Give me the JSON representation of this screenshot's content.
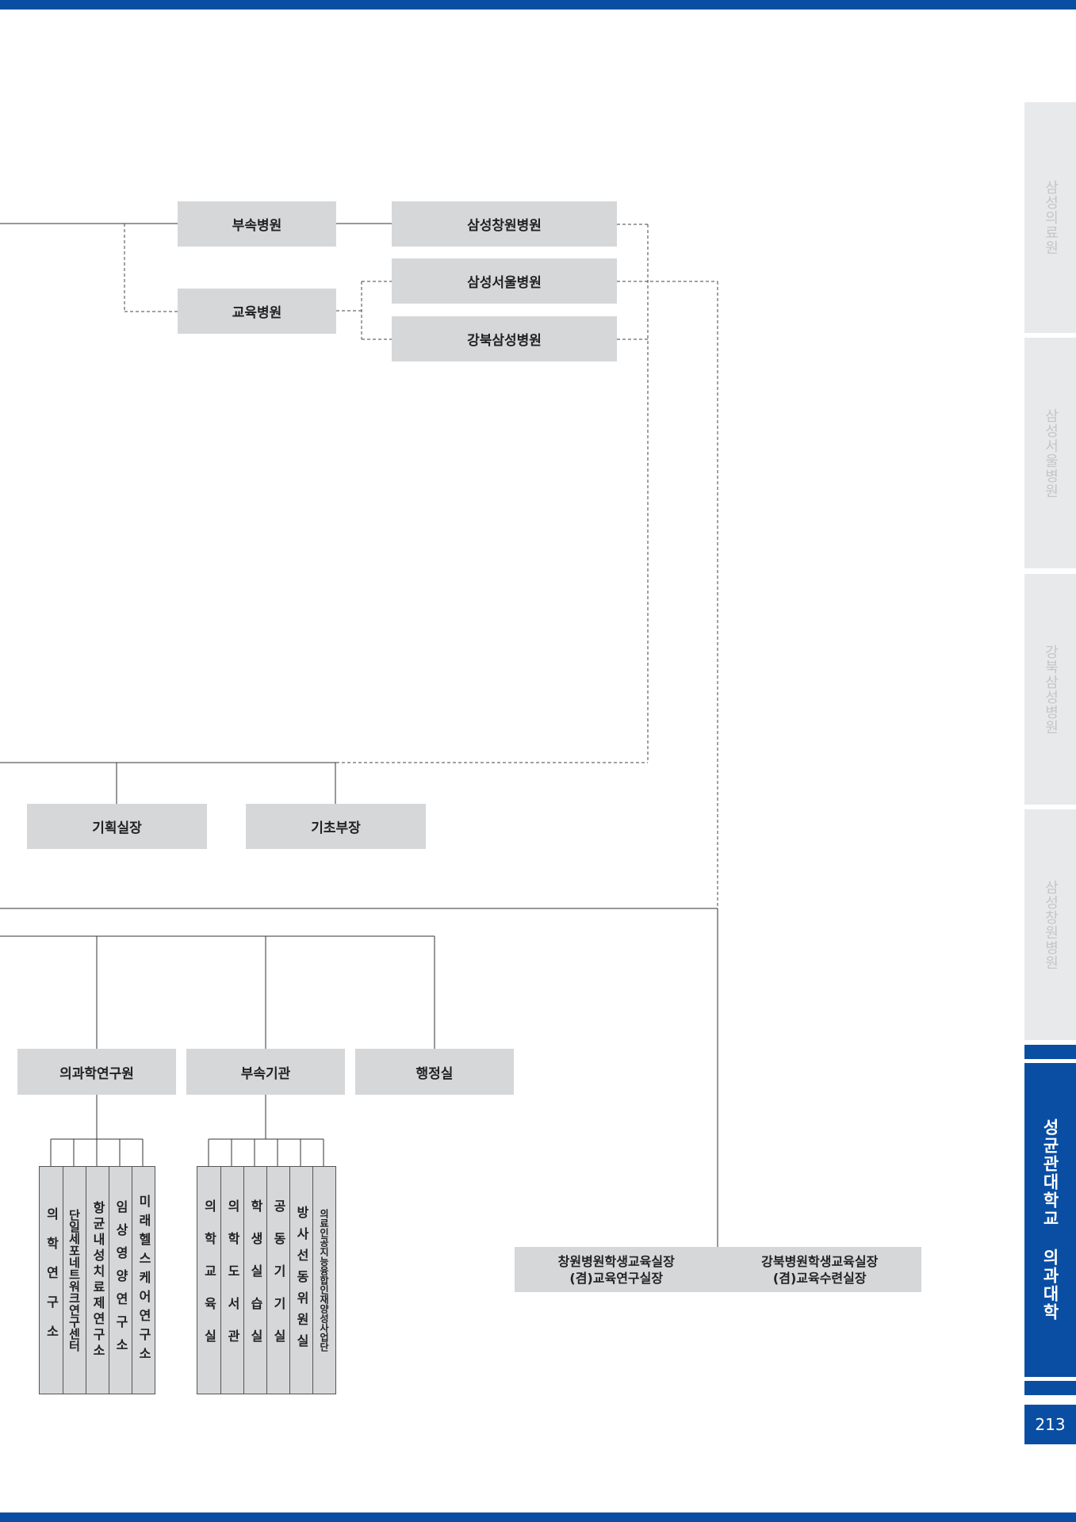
{
  "hospitals": {
    "affiliated": "부속병원",
    "teaching": "교육병원",
    "changwon": "삼성창원병원",
    "seoul": "삼성서울병원",
    "gangbuk": "강북삼성병원"
  },
  "mid_boxes": {
    "planning": "기획실장",
    "basic": "기초부장"
  },
  "lower_boxes": {
    "research": "의과학연구원",
    "affiliated_inst": "부속기관",
    "admin": "행정실"
  },
  "research_units": [
    "의학연구소",
    "단일세포네트워크연구센터",
    "항균내성치료제연구소",
    "임상영양연구소",
    "미래헬스케어연구소"
  ],
  "affiliated_units": [
    "의학교육실",
    "의학도서관",
    "학생실습실",
    "공동기기실",
    "방사선동위원실",
    "의료인공지능융합인재양성사업단"
  ],
  "education_heads": {
    "left_line1": "창원병원학생교육실장",
    "left_line2": "(겸)교육연구실장",
    "right_line1": "강북병원학생교육실장",
    "right_line2": "(겸)교육수련실장"
  },
  "side_tabs": [
    {
      "label": "삼성의료원",
      "active": false
    },
    {
      "label": "삼성서울병원",
      "active": false
    },
    {
      "label": "강북삼성병원",
      "active": false
    },
    {
      "label": "삼성창원병원",
      "active": false
    },
    {
      "label": "성균관대학교 의과대학",
      "active": true
    }
  ],
  "page_number": "213",
  "colors": {
    "brand_blue": "#0a4ea3",
    "box_gray": "#d6d7d9",
    "tab_gray": "#e8e9ea",
    "tab_text_gray": "#c4c6c8"
  }
}
